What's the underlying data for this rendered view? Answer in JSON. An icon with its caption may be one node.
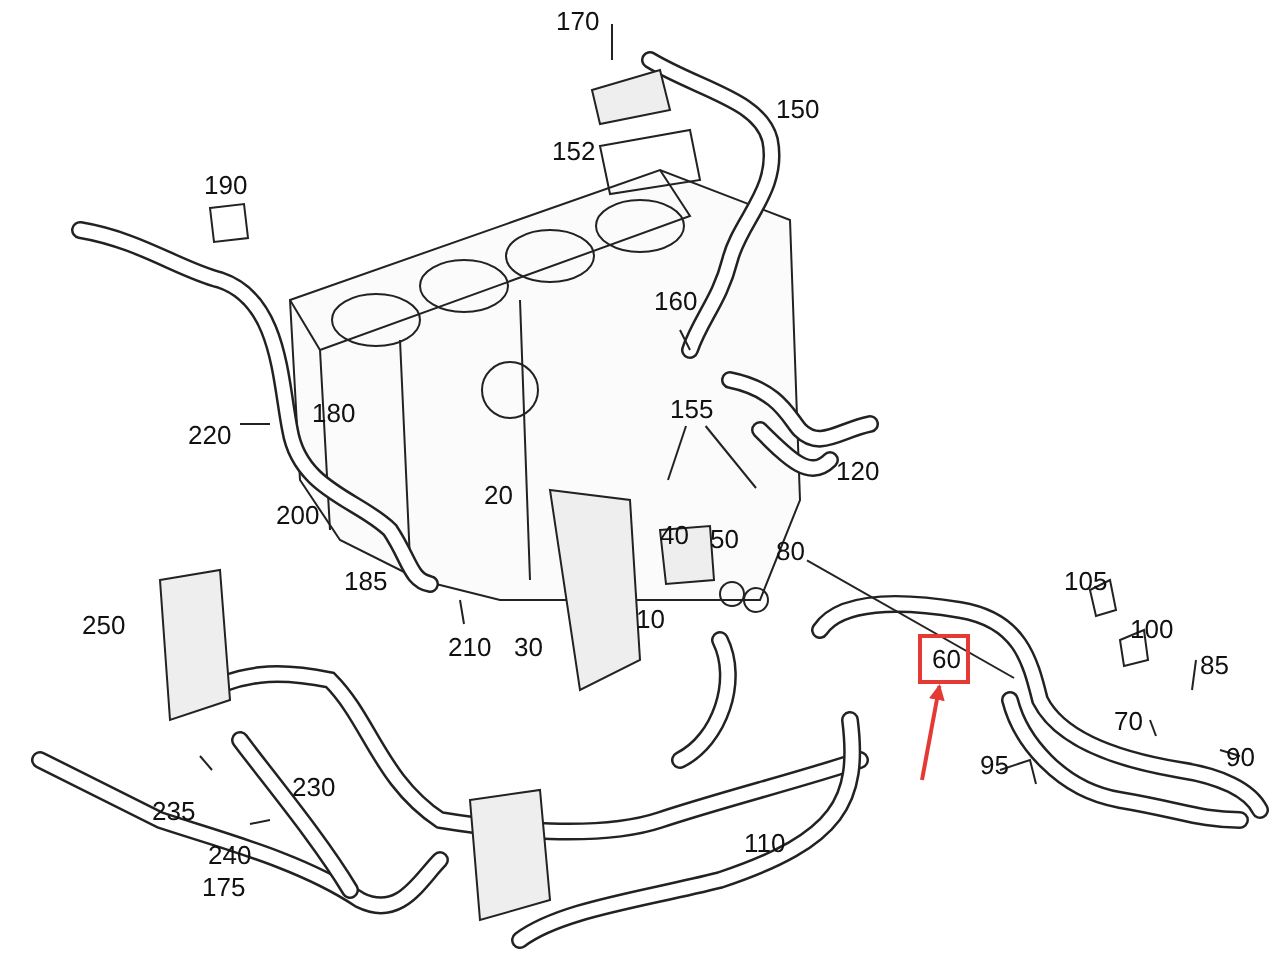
{
  "diagram": {
    "nodes": [
      {
        "text": [
          "60"
        ]
      },
      {
        "text": [
          "155"
        ]
      },
      {
        "text": [
          "80"
        ]
      }
    ],
    "edges": [
      {
        "from": null,
        "to": 0,
        "arrow": "to",
        "color": "#e53935"
      },
      {
        "from": 1,
        "to": null,
        "arrow": "none"
      },
      {
        "from": 1,
        "to": null,
        "arrow": "none"
      },
      {
        "from": 2,
        "to": null,
        "arrow": "none"
      }
    ],
    "labels": [
      "170",
      "150",
      "152",
      "190",
      "160",
      "180",
      "220",
      "120",
      "200",
      "20",
      "40",
      "50",
      "185",
      "250",
      "210",
      "30",
      "10",
      "105",
      "100",
      "85",
      "70",
      "90",
      "95",
      "230",
      "235",
      "240",
      "175",
      "110"
    ]
  }
}
